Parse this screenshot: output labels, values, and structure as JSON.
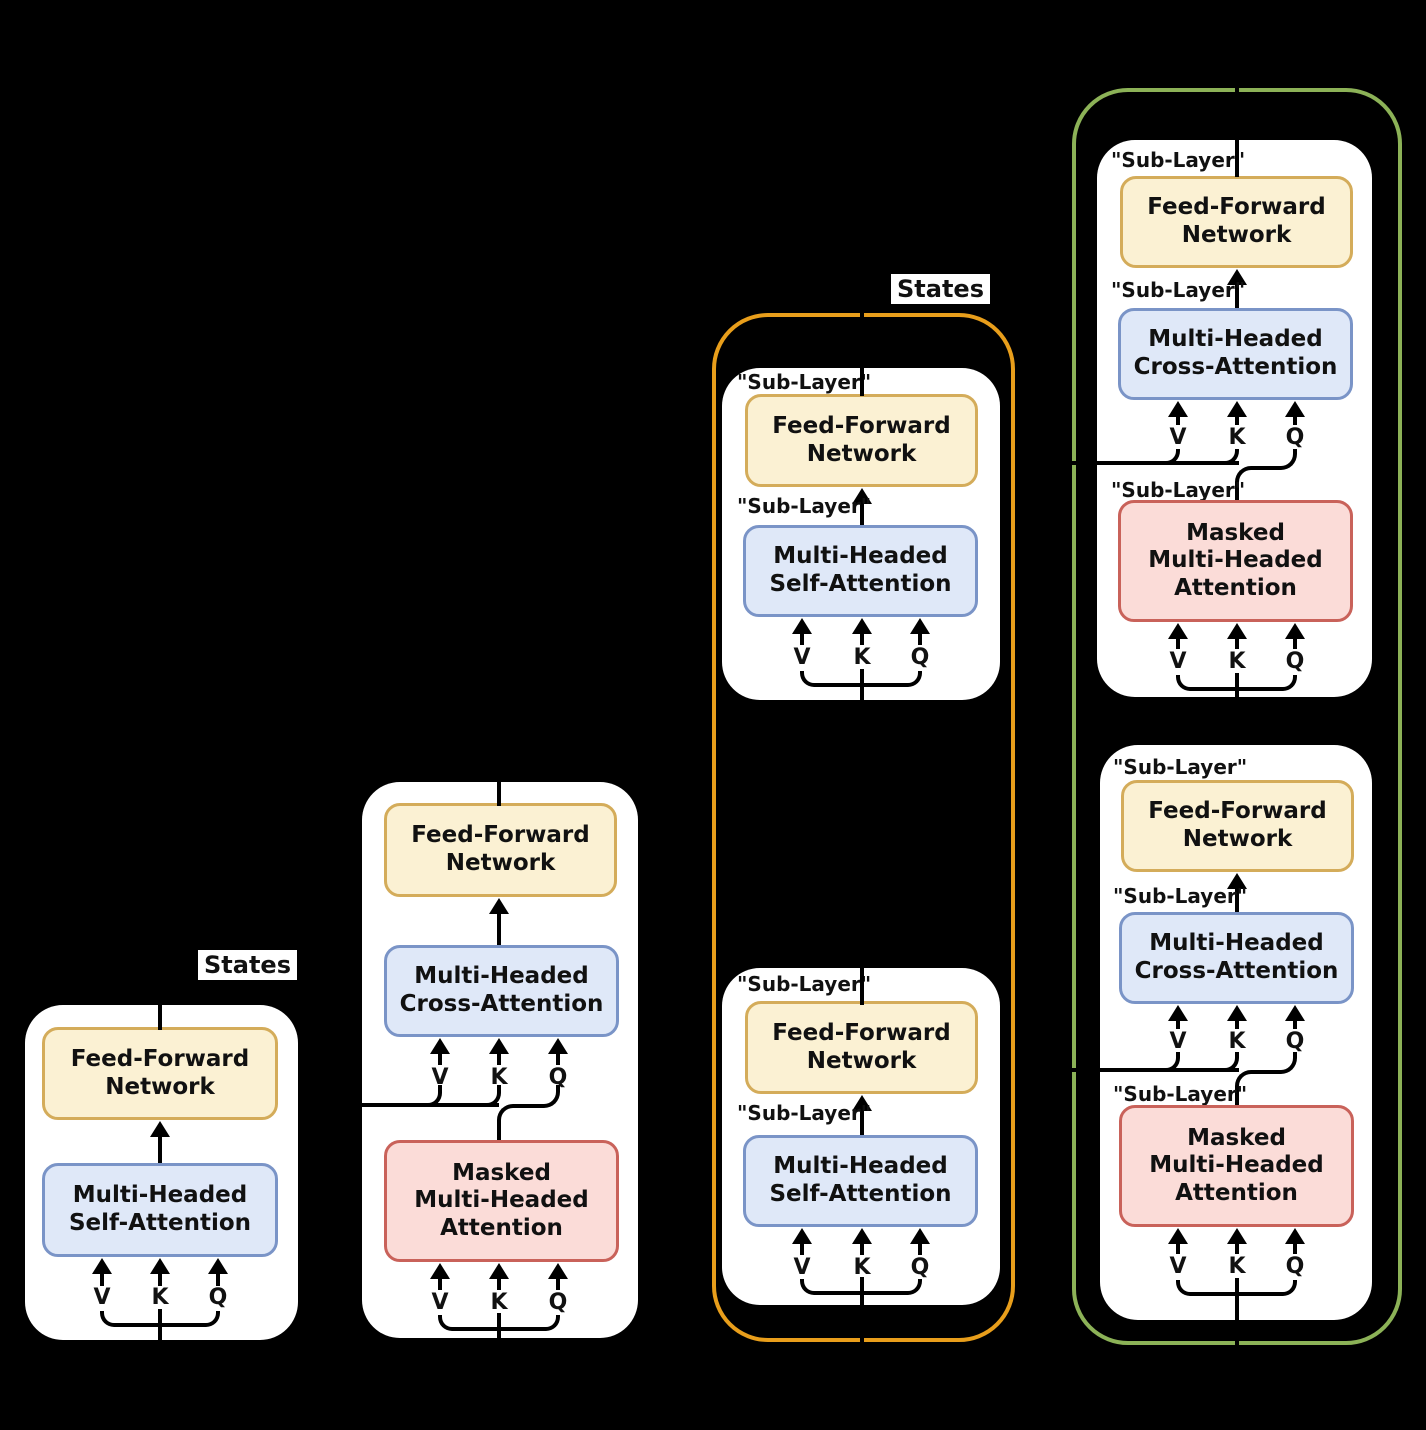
{
  "labels": {
    "states": "States",
    "sub_layer": "\"Sub-Layer\"",
    "v": "V",
    "k": "K",
    "q": "Q"
  },
  "boxes": {
    "ffn": {
      "line1": "Feed-Forward",
      "line2": "Network"
    },
    "self_attention": {
      "line1": "Multi-Headed",
      "line2": "Self-Attention"
    },
    "cross_attention": {
      "line1": "Multi-Headed",
      "line2": "Cross-Attention"
    },
    "masked_attention": {
      "line1": "Masked",
      "line2": "Multi-Headed",
      "line3": "Attention"
    }
  },
  "colors": {
    "background": "#000000",
    "card_bg": "#ffffff",
    "text": "#111111",
    "connector": "#000000",
    "ffn_fill": "#FBF1D3",
    "ffn_border": "#D4AC5A",
    "attention_fill": "#DFE8F8",
    "attention_border": "#7A94C7",
    "masked_fill": "#FBDCD8",
    "masked_border": "#C9625A",
    "encoder_outline": "#E89E1B",
    "decoder_outline": "#8CB257"
  }
}
